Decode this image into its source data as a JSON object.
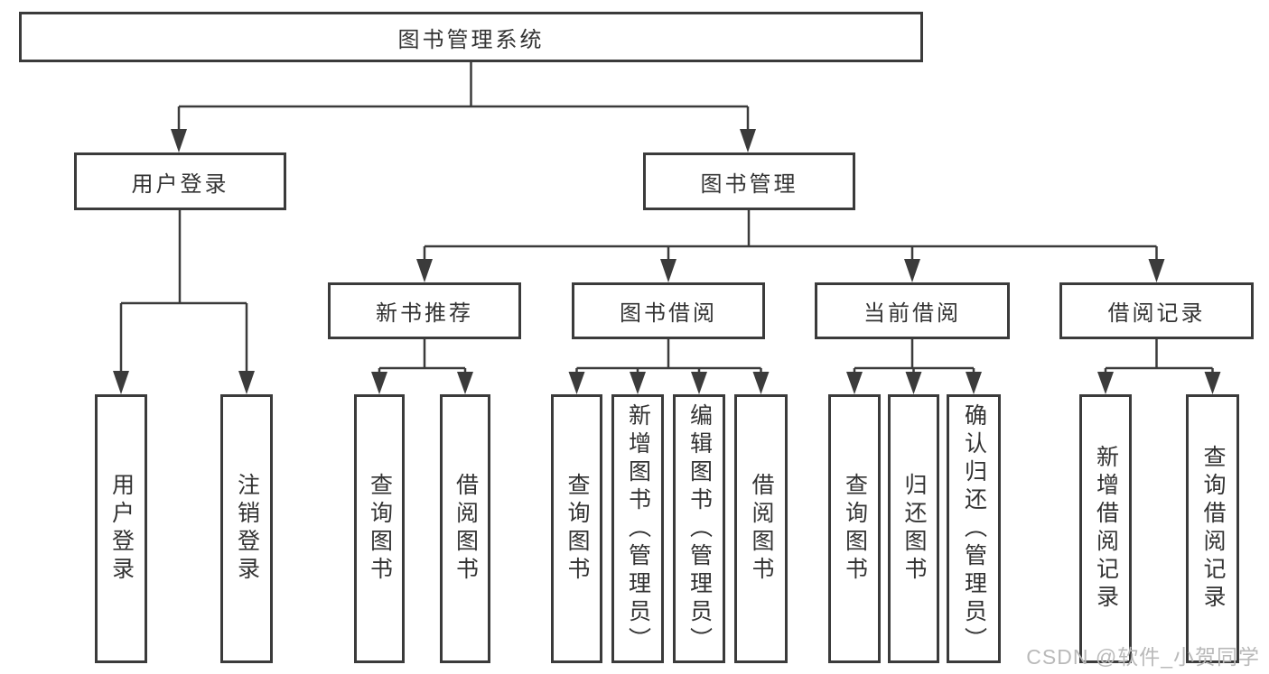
{
  "root": {
    "label": "图书管理系统"
  },
  "level1": [
    {
      "label": "用户登录",
      "children": [
        {
          "label": "用户登录"
        },
        {
          "label": "注销登录"
        }
      ]
    },
    {
      "label": "图书管理",
      "children": [
        {
          "label": "新书推荐",
          "children": [
            {
              "label": "查询图书"
            },
            {
              "label": "借阅图书"
            }
          ]
        },
        {
          "label": "图书借阅",
          "children": [
            {
              "label": "查询图书"
            },
            {
              "label": "新增图书（管理员）"
            },
            {
              "label": "编辑图书（管理员）"
            },
            {
              "label": "借阅图书"
            }
          ]
        },
        {
          "label": "当前借阅",
          "children": [
            {
              "label": "查询图书"
            },
            {
              "label": "归还图书"
            },
            {
              "label": "确认归还（管理员）"
            }
          ]
        },
        {
          "label": "借阅记录",
          "children": [
            {
              "label": "新增借阅记录"
            },
            {
              "label": "查询借阅记录"
            }
          ]
        }
      ]
    }
  ],
  "watermark": {
    "text": "CSDN @软件_小贺同学",
    "color": "#b9b9b9"
  },
  "colors": {
    "line": "#3b3b3b",
    "text": "#333333",
    "background": "#ffffff"
  }
}
